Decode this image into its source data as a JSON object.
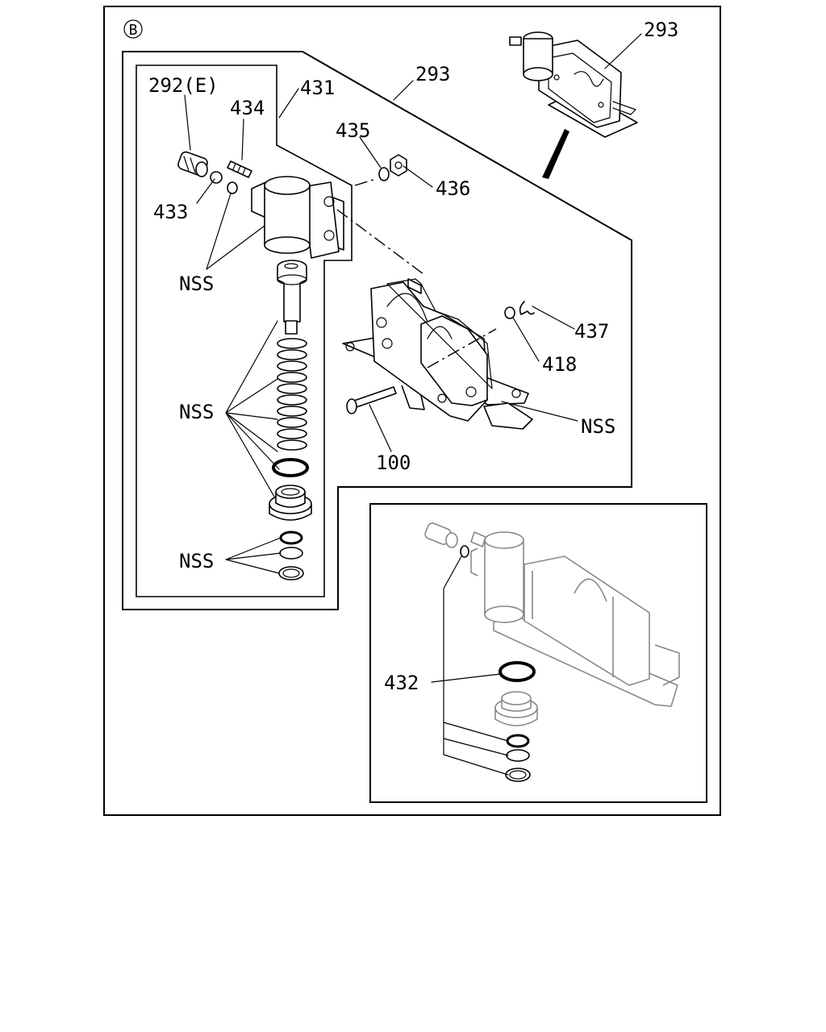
{
  "view_marker": "B",
  "labels": {
    "p293_top": "293",
    "p293_mid": "293",
    "p292": "292(E)",
    "p431": "431",
    "p434": "434",
    "p435": "435",
    "p436": "436",
    "p433": "433",
    "nss_1": "NSS",
    "nss_2": "NSS",
    "nss_3": "NSS",
    "nss_4": "NSS",
    "p437": "437",
    "p418": "418",
    "p100": "100",
    "p432": "432"
  }
}
